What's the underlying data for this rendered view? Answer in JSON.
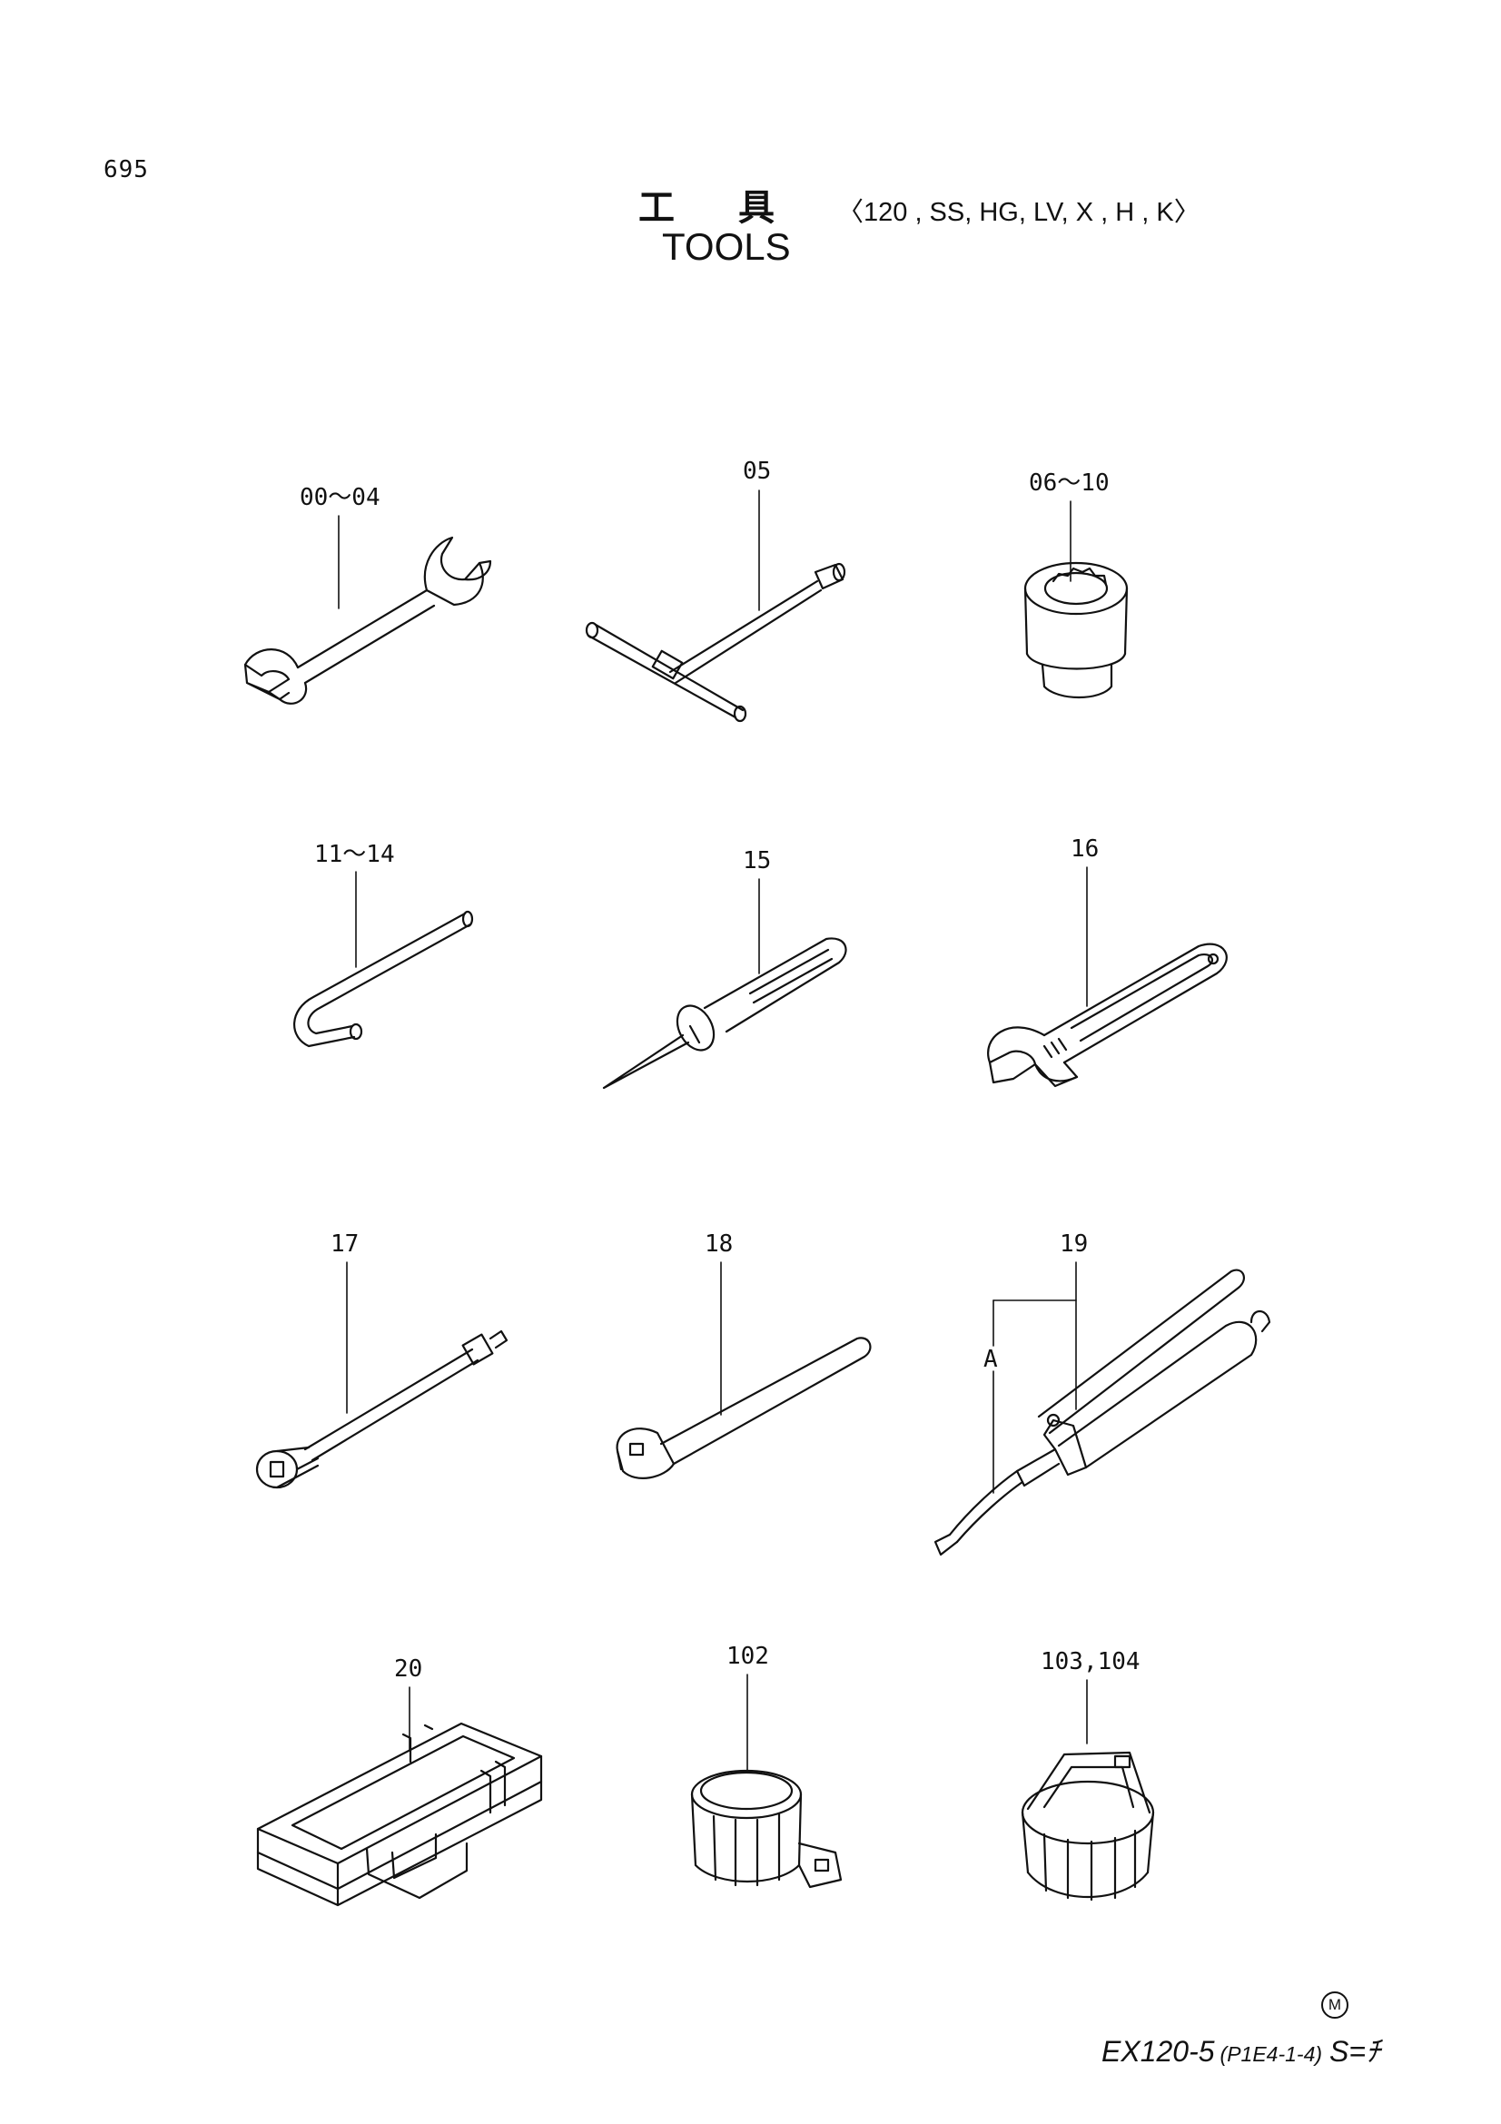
{
  "page_number": "695",
  "title": {
    "jp_char1": "工",
    "jp_char2": "具",
    "variants": "〈120 , SS, HG, LV, X , H , K〉",
    "en": "TOOLS"
  },
  "parts": [
    {
      "label": "00～04",
      "icon": "open-end-wrench"
    },
    {
      "label": "05",
      "icon": "t-handle-socket-wrench"
    },
    {
      "label": "06～10",
      "icon": "socket"
    },
    {
      "label": "11～14",
      "icon": "hex-key"
    },
    {
      "label": "15",
      "icon": "screwdriver"
    },
    {
      "label": "16",
      "icon": "adjustable-wrench"
    },
    {
      "label": "17",
      "icon": "extension-bar"
    },
    {
      "label": "18",
      "icon": "ratchet-handle"
    },
    {
      "label": "19",
      "icon": "grease-gun"
    },
    {
      "label": "20",
      "icon": "tool-box"
    },
    {
      "label": "102",
      "icon": "filter-wrench"
    },
    {
      "label": "103,104",
      "icon": "filter-cap-wrench"
    }
  ],
  "callout_a": "A",
  "footer": {
    "circle_mark": "M",
    "model": "EX120-5",
    "code": "(P1E4-1-4)",
    "suffix": "S=ﾁ"
  }
}
